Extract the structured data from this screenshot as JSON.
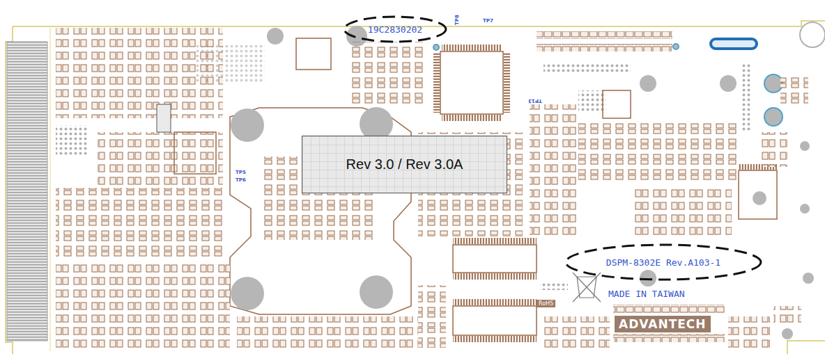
{
  "diagram": {
    "nodes": [
      {
        "text": [
          "19C2830202"
        ]
      },
      {
        "text": [
          "Rev 3.0 / Rev 3.0A"
        ]
      },
      {
        "text": [
          "DSPM-8302E Rev.A103-1"
        ]
      }
    ],
    "labels": [
      "TP8",
      "TP7",
      "TP13",
      "TP5",
      "TP6",
      "MADE IN TAIWAN",
      "ADVANTECH",
      "RoHS"
    ]
  }
}
